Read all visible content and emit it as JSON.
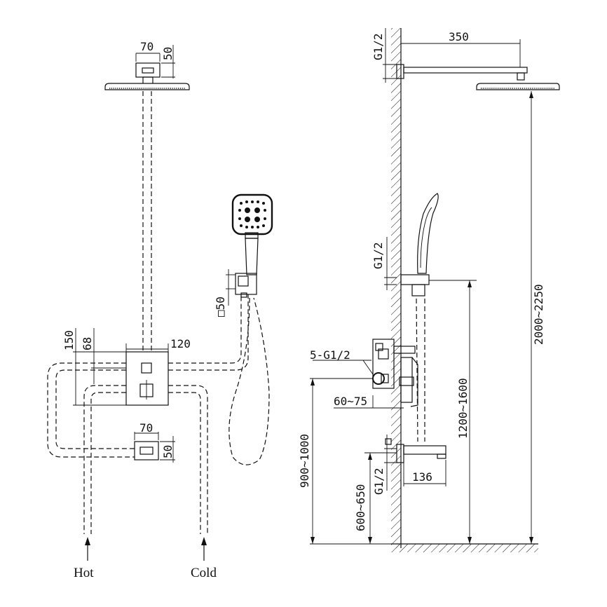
{
  "front_view": {
    "headshower_width": "70",
    "headshower_depth": "50",
    "valve_offset_150": "150",
    "valve_offset_68": "68",
    "valve_width": "120",
    "spout_box_width": "70",
    "spout_box_depth": "50",
    "holder_size": "□50",
    "hot_label": "Hot",
    "cold_label": "Cold"
  },
  "side_view": {
    "arm_length": "350",
    "top_thread": "G1/2",
    "holder_thread": "G1/2",
    "valve_thread": "5-G1/2",
    "valve_depth": "60~75",
    "spout_projection": "136",
    "spout_thread": "G1/2",
    "headshower_height": "2000~2250",
    "holder_height": "1200~1600",
    "valve_height": "900~1000",
    "spout_height": "600~650"
  }
}
